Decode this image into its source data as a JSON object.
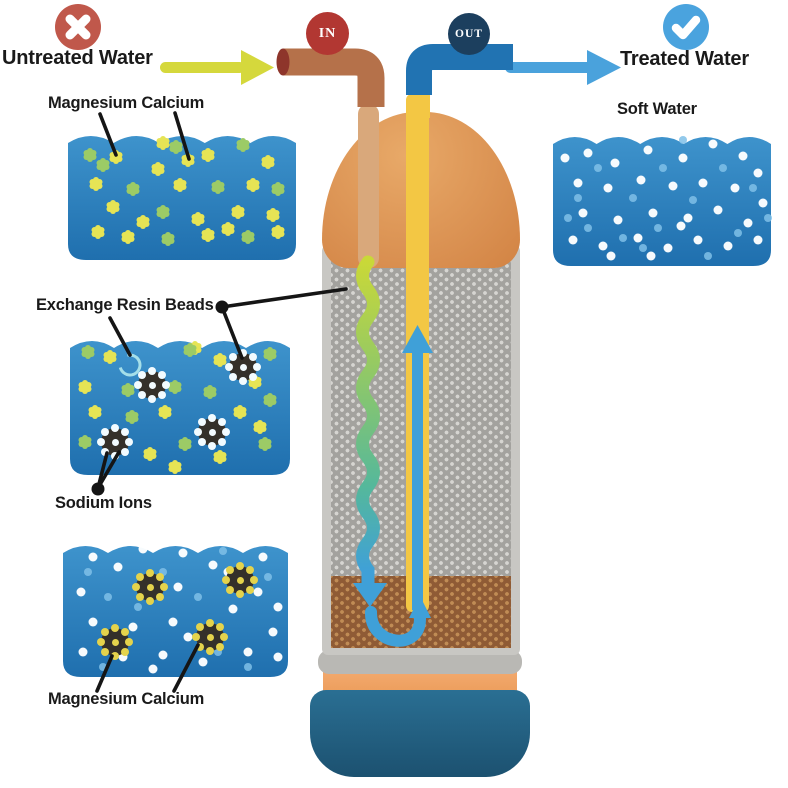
{
  "labels": {
    "untreated": "Untreated Water",
    "treated": "Treated Water",
    "magnesium_calcium_top": "Magnesium Calcium",
    "exchange_resin_beads": "Exchange Resin Beads",
    "sodium_ions": "Sodium Ions",
    "magnesium_calcium_bottom": "Magnesium Calcium",
    "soft_water": "Soft Water"
  },
  "badges": {
    "in": {
      "label": "IN",
      "color": "#b23732"
    },
    "out": {
      "label": "OUT",
      "color": "#1c3f5e"
    }
  },
  "icons": {
    "untreated_status": "cross-icon",
    "treated_status": "check-icon"
  },
  "colors": {
    "untreated_arrow": "#d5d83c",
    "treated_arrow": "#4aa2dc",
    "in_pipe": "#b5714a",
    "out_pipe": "#2173b2",
    "riser_tube": "#f3c744",
    "water_blue_top": "#3e93cc",
    "water_blue_bottom": "#1f6fae",
    "dome_orange": "#d98f50",
    "mesh_gray": "#a3a29e",
    "resin_bed_brown": "#8f5b35",
    "base_blue": "#1c5170",
    "cross_icon_red": "#c0584b",
    "check_icon_blue": "#4aa3de"
  },
  "panels": {
    "untreated_water": {
      "ions_yellow": [
        [
          48,
          30
        ],
        [
          120,
          33
        ],
        [
          90,
          42
        ],
        [
          140,
          28
        ],
        [
          200,
          35
        ],
        [
          28,
          57
        ],
        [
          45,
          80
        ],
        [
          112,
          58
        ],
        [
          185,
          58
        ],
        [
          130,
          92
        ],
        [
          170,
          85
        ],
        [
          205,
          88
        ],
        [
          30,
          105
        ],
        [
          60,
          110
        ],
        [
          140,
          108
        ],
        [
          210,
          105
        ],
        [
          75,
          95
        ],
        [
          95,
          16
        ],
        [
          160,
          102
        ]
      ],
      "ions_green": [
        [
          22,
          28
        ],
        [
          108,
          20
        ],
        [
          175,
          18
        ],
        [
          65,
          62
        ],
        [
          150,
          60
        ],
        [
          210,
          62
        ],
        [
          95,
          85
        ],
        [
          100,
          112
        ],
        [
          180,
          110
        ],
        [
          35,
          38
        ]
      ]
    },
    "resin_beads": {
      "ions_yellow": [
        [
          40,
          25
        ],
        [
          150,
          28
        ],
        [
          15,
          55
        ],
        [
          95,
          80
        ],
        [
          185,
          50
        ],
        [
          25,
          80
        ],
        [
          170,
          80
        ],
        [
          80,
          122
        ],
        [
          150,
          125
        ],
        [
          105,
          135
        ],
        [
          125,
          16
        ],
        [
          190,
          95
        ]
      ],
      "ions_green": [
        [
          18,
          20
        ],
        [
          120,
          18
        ],
        [
          200,
          22
        ],
        [
          105,
          55
        ],
        [
          200,
          68
        ],
        [
          62,
          85
        ],
        [
          15,
          110
        ],
        [
          115,
          112
        ],
        [
          195,
          112
        ],
        [
          58,
          58
        ],
        [
          140,
          60
        ]
      ],
      "beads": [
        [
          82,
          53
        ],
        [
          45,
          110
        ],
        [
          173,
          35
        ],
        [
          142,
          100
        ]
      ],
      "bead_style": "bead-white",
      "swap_arrow": [
        60,
        33
      ]
    },
    "loaded_beads": {
      "dots_white": [
        [
          30,
          20
        ],
        [
          55,
          30
        ],
        [
          120,
          16
        ],
        [
          150,
          28
        ],
        [
          200,
          20
        ],
        [
          18,
          55
        ],
        [
          115,
          50
        ],
        [
          195,
          55
        ],
        [
          215,
          70
        ],
        [
          30,
          85
        ],
        [
          70,
          90
        ],
        [
          110,
          85
        ],
        [
          170,
          72
        ],
        [
          210,
          95
        ],
        [
          20,
          115
        ],
        [
          60,
          120
        ],
        [
          100,
          118
        ],
        [
          140,
          125
        ],
        [
          185,
          115
        ],
        [
          215,
          120
        ],
        [
          90,
          132
        ],
        [
          125,
          100
        ],
        [
          165,
          35
        ],
        [
          80,
          12
        ]
      ],
      "dots_blue": [
        [
          45,
          60
        ],
        [
          135,
          60
        ],
        [
          160,
          14
        ],
        [
          205,
          40
        ],
        [
          40,
          130
        ],
        [
          155,
          115
        ],
        [
          75,
          70
        ],
        [
          185,
          130
        ],
        [
          100,
          35
        ],
        [
          25,
          35
        ]
      ],
      "beads": [
        [
          87,
          50
        ],
        [
          177,
          43
        ],
        [
          52,
          105
        ],
        [
          147,
          100
        ]
      ],
      "bead_style": "bead-yellow"
    },
    "soft_water": {
      "dots_white": [
        [
          35,
          25
        ],
        [
          62,
          35
        ],
        [
          95,
          22
        ],
        [
          130,
          30
        ],
        [
          160,
          16
        ],
        [
          190,
          28
        ],
        [
          205,
          45
        ],
        [
          25,
          55
        ],
        [
          55,
          60
        ],
        [
          88,
          52
        ],
        [
          120,
          58
        ],
        [
          150,
          55
        ],
        [
          182,
          60
        ],
        [
          210,
          75
        ],
        [
          30,
          85
        ],
        [
          65,
          92
        ],
        [
          100,
          85
        ],
        [
          135,
          90
        ],
        [
          165,
          82
        ],
        [
          195,
          95
        ],
        [
          20,
          112
        ],
        [
          50,
          118
        ],
        [
          85,
          110
        ],
        [
          115,
          120
        ],
        [
          145,
          112
        ],
        [
          175,
          118
        ],
        [
          205,
          112
        ],
        [
          98,
          128
        ],
        [
          128,
          98
        ],
        [
          58,
          128
        ],
        [
          12,
          30
        ],
        [
          175,
          10
        ]
      ],
      "dots_blue": [
        [
          45,
          40
        ],
        [
          80,
          70
        ],
        [
          110,
          40
        ],
        [
          140,
          72
        ],
        [
          170,
          40
        ],
        [
          200,
          60
        ],
        [
          35,
          100
        ],
        [
          70,
          110
        ],
        [
          105,
          100
        ],
        [
          155,
          128
        ],
        [
          185,
          105
        ],
        [
          215,
          90
        ],
        [
          25,
          70
        ],
        [
          90,
          120
        ],
        [
          130,
          12
        ],
        [
          15,
          90
        ]
      ]
    }
  }
}
